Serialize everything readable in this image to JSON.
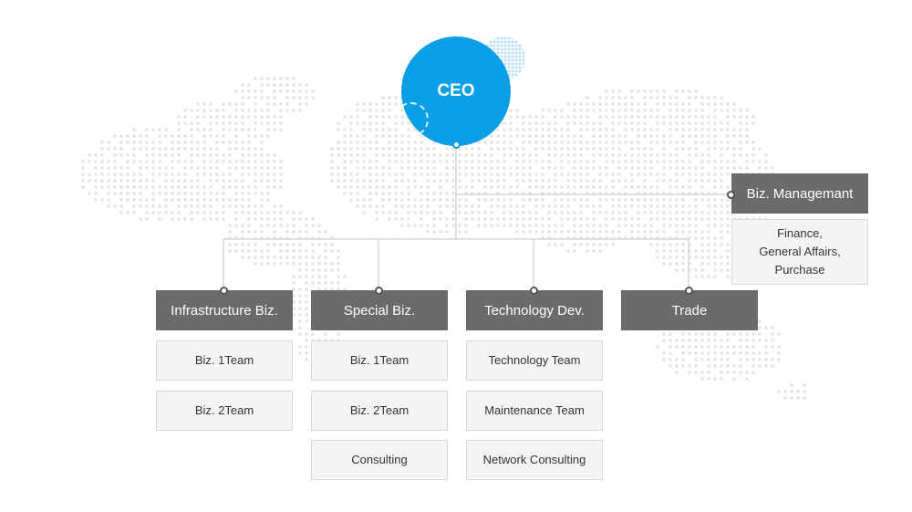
{
  "ceo": {
    "label": "CEO",
    "color": "#0a9ee6"
  },
  "management": {
    "label": "Biz. Managemant",
    "details": [
      "Finance,",
      "General Affairs,",
      "Purchase"
    ]
  },
  "divisions": [
    {
      "label": "Infrastructure Biz.",
      "teams": [
        "Biz. 1Team",
        "Biz. 2Team"
      ]
    },
    {
      "label": "Special Biz.",
      "teams": [
        "Biz. 1Team",
        "Biz. 2Team",
        "Consulting"
      ]
    },
    {
      "label": "Technology Dev.",
      "teams": [
        "Technology Team",
        "Maintenance Team",
        "Network Consulting"
      ]
    },
    {
      "label": "Trade",
      "teams": []
    }
  ],
  "colors": {
    "node": "#6b6b6b",
    "sub_bg": "#f4f4f4",
    "line": "#d6d6d6",
    "map_dots": "#e6e6e6"
  }
}
